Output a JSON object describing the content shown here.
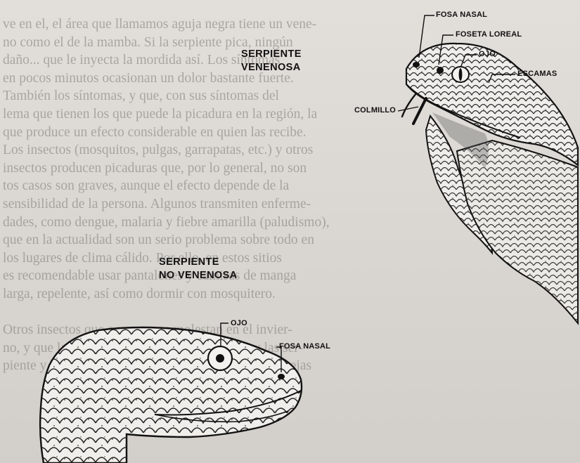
{
  "background_text": [
    "ve en el, el área que llamamos aguja negra tiene un vene-",
    "no como el de la mamba. Si la serpiente pica, ningún",
    "daño... que le inyecta la mordida así. Los síntomas",
    "en pocos minutos ocasionan un dolor bastante fuerte.",
    "También los síntomas, y que, con sus síntomas del",
    "lema que tienen los que puede la picadura en la región, la",
    "que produce un efecto considerable en quien las recibe.",
    "Los insectos (mosquitos, pulgas, garrapatas, etc.) y otros",
    "insectos producen picaduras que, por lo general, no son",
    "tos casos son graves, aunque el efecto depende de la",
    "sensibilidad de la persona. Algunos transmiten enferme-",
    "dades, como dengue, malaria y fiebre amarilla (paludismo),",
    "que en la actualidad son un serio problema sobre todo en",
    "los lugares de clima cálido. Por ello, en estos sitios",
    "es recomendable usar pantalones y camisas de manga",
    "larga, repelente, así como dormir con mosquitero.",
    "",
    "Otros insectos que a veces nos molestan en el invier-",
    "no, y que la quemadura los pique, las avispas y las ser-",
    "piente y la manera de picarnos, las garrapatas, las abejas"
  ],
  "venomous": {
    "title_line1": "SERPIENTE",
    "title_line2": "VENENOSA",
    "labels": {
      "fosa_nasal": "FOSA NASAL",
      "foseta_loreal": "FOSETA LOREAL",
      "ojo": "OJO",
      "escamas": "ESCAMAS",
      "colmillo": "COLMILLO"
    }
  },
  "nonvenomous": {
    "title_line1": "SERPIENTE",
    "title_line2": "NO VENENOSA",
    "labels": {
      "ojo": "OJO",
      "fosa_nasal": "FOSA NASAL"
    }
  },
  "colors": {
    "ink": "#111111",
    "paper": "#dcd9d4",
    "bleed_text": "#7d7a77"
  }
}
